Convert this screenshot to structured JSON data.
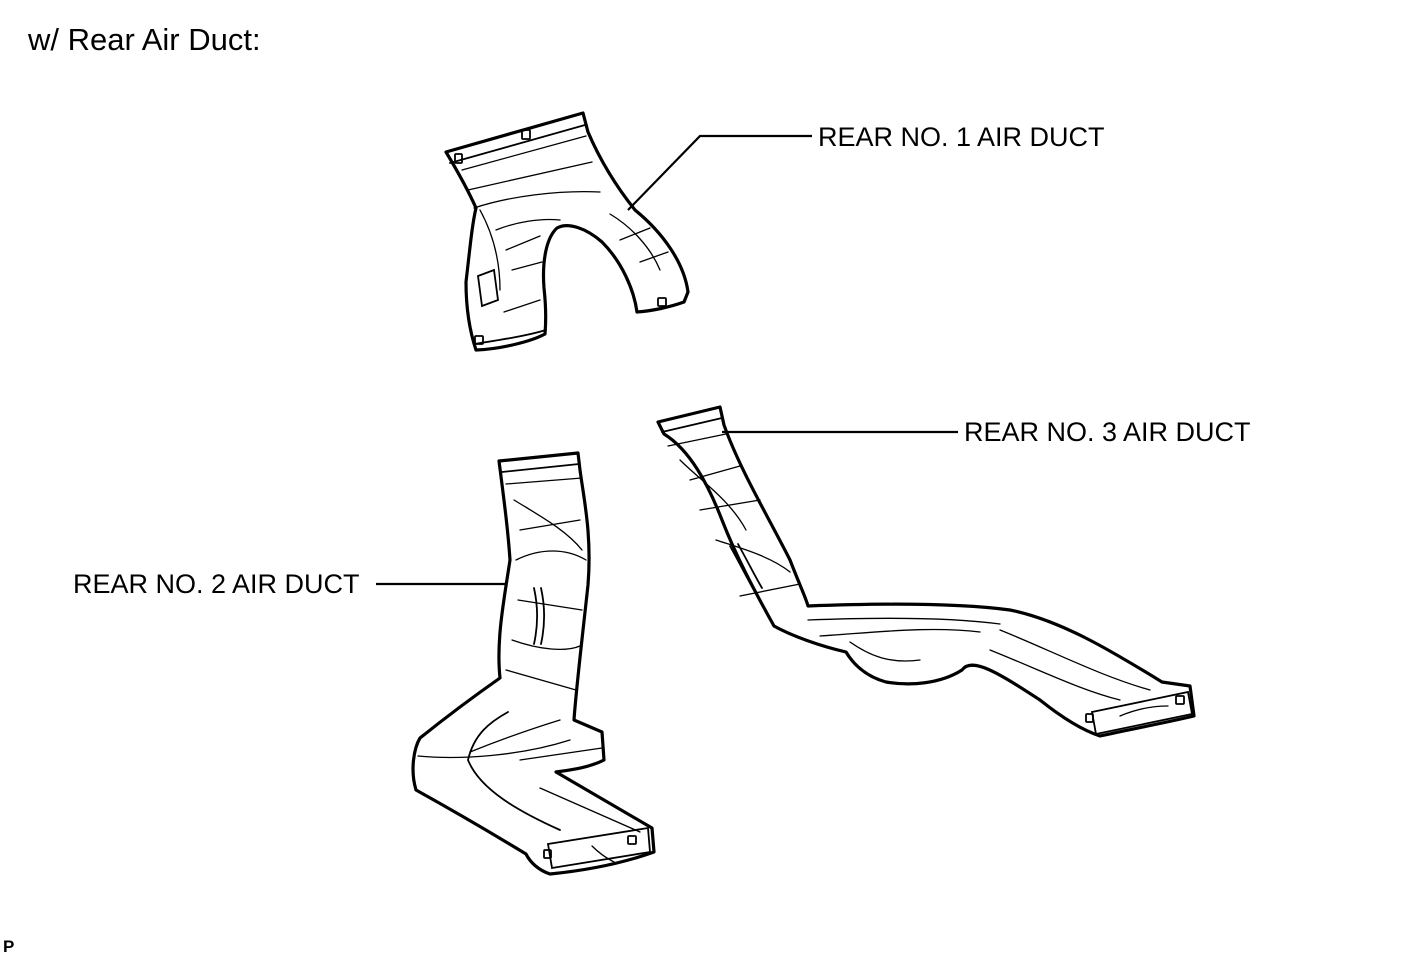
{
  "header": {
    "title": "w/ Rear Air Duct:"
  },
  "callouts": {
    "duct1": "REAR NO. 1 AIR DUCT",
    "duct2": "REAR NO. 2 AIR DUCT",
    "duct3": "REAR NO. 3 AIR DUCT"
  },
  "footer": {
    "mark": "P"
  },
  "colors": {
    "line": "#000000",
    "background": "#ffffff"
  }
}
